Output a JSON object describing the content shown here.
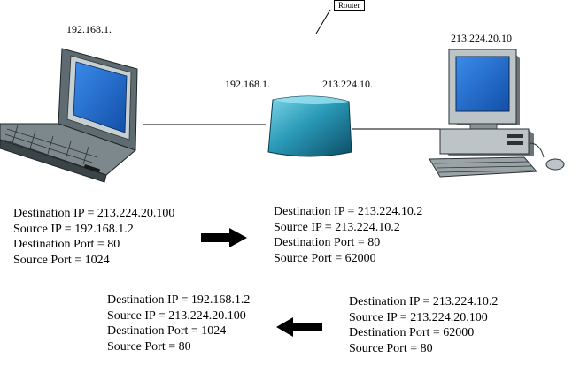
{
  "diagram": {
    "router_callout": "Router",
    "laptop_ip": "192.168.1.",
    "router_inside_ip": "192.168.1.",
    "router_outside_ip": "213.224.10.",
    "server_ip": "213.224.20.10"
  },
  "packets": {
    "outbound_original": [
      "Destination IP = 213.224.20.100",
      "Source IP = 192.168.1.2",
      "Destination Port = 80",
      "Source Port = 1024"
    ],
    "outbound_translated": [
      "Destination IP = 213.224.10.2",
      "Source IP = 213.224.10.2",
      "Destination Port = 80",
      "Source Port = 62000"
    ],
    "inbound_translated": [
      "Destination IP = 192.168.1.2",
      "Source IP = 213.224.20.100",
      "Destination Port = 1024",
      "Source Port = 80"
    ],
    "inbound_original": [
      "Destination IP = 213.224.10.2",
      "Source IP = 213.224.20.100",
      "Destination Port = 62000",
      "Source Port = 80"
    ]
  },
  "colors": {
    "router_body": "#2a9ab8",
    "laptop_screen": "#1f6fd0",
    "server_screen": "#1f6fd0"
  },
  "icons": [
    "laptop-icon",
    "router-icon",
    "desktop-computer-icon",
    "arrow-right-icon",
    "arrow-left-icon"
  ]
}
